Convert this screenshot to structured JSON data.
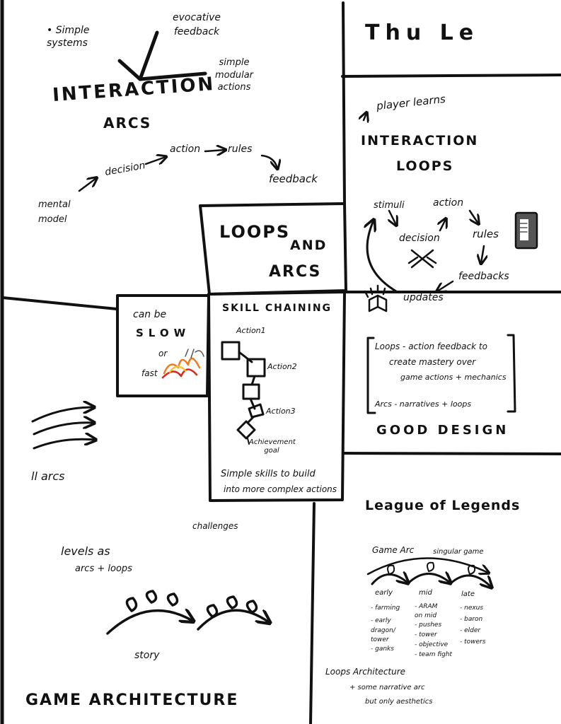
{
  "colors": {
    "ink": "#111111",
    "paper": "#ffffff",
    "fire_orange": "#f07a1c",
    "fire_red": "#d8261c",
    "fire_yellow": "#f6c733",
    "device_gray": "#555555"
  },
  "author": "Thu Le",
  "interaction_arcs": {
    "bullet": "• Simple systems",
    "evocative": "evocative feedback",
    "modular": "simple modular actions",
    "title_line1": "INTERACTION",
    "title_line2": "ARCS",
    "flow": [
      "mental model",
      "decision",
      "action",
      "rules",
      "feedback"
    ]
  },
  "interaction_loops": {
    "note": "player learns",
    "title_line1": "INTERACTION",
    "title_line2": "LOOPS",
    "nodes": [
      "stimuli",
      "action",
      "decision",
      "rules",
      "feedbacks",
      "updates"
    ],
    "icons": [
      "swords-icon",
      "book-icon",
      "phone-icon"
    ]
  },
  "center": {
    "line1": "LOOPS",
    "line2": "AND",
    "line3": "ARCS"
  },
  "skill_chaining": {
    "title": "SKILL CHAINING",
    "actions": [
      "Action1",
      "Action2",
      "Action3"
    ],
    "goal": "Achievement goal",
    "caption_line1": "Simple skills to build",
    "caption_line2": "into more complex actions"
  },
  "speed_box": {
    "line1": "can be",
    "slow": "SLOW",
    "or": "or",
    "fast": "fast"
  },
  "parallel": {
    "label": "ll arcs"
  },
  "good_design": {
    "loops_line1": "Loops - action feedback to",
    "loops_line2": "create mastery over",
    "loops_line3": "game actions + mechanics",
    "arcs_line": "Arcs - narratives + loops",
    "title": "GOOD DESIGN"
  },
  "game_architecture": {
    "challenges": "challenges",
    "levels_line1": "levels as",
    "levels_line2": "arcs + loops",
    "story": "story",
    "title": "GAME ARCHITECTURE"
  },
  "league": {
    "title": "League of Legends",
    "game_arc": "Game Arc",
    "singular_game": "singular game",
    "phases": [
      {
        "name": "early",
        "items": [
          "- farming",
          "- early dragon/ tower",
          "- ganks"
        ]
      },
      {
        "name": "mid",
        "items": [
          "- ARAM on mid",
          "- pushes",
          "- tower",
          "- objective",
          "- team fight"
        ]
      },
      {
        "name": "late",
        "items": [
          "- nexus",
          "- baron",
          "- elder",
          "- towers"
        ]
      }
    ],
    "loops_arch": "Loops Architecture",
    "narrative_line1": "+ some narrative arc",
    "narrative_line2": "but only aesthetics"
  }
}
